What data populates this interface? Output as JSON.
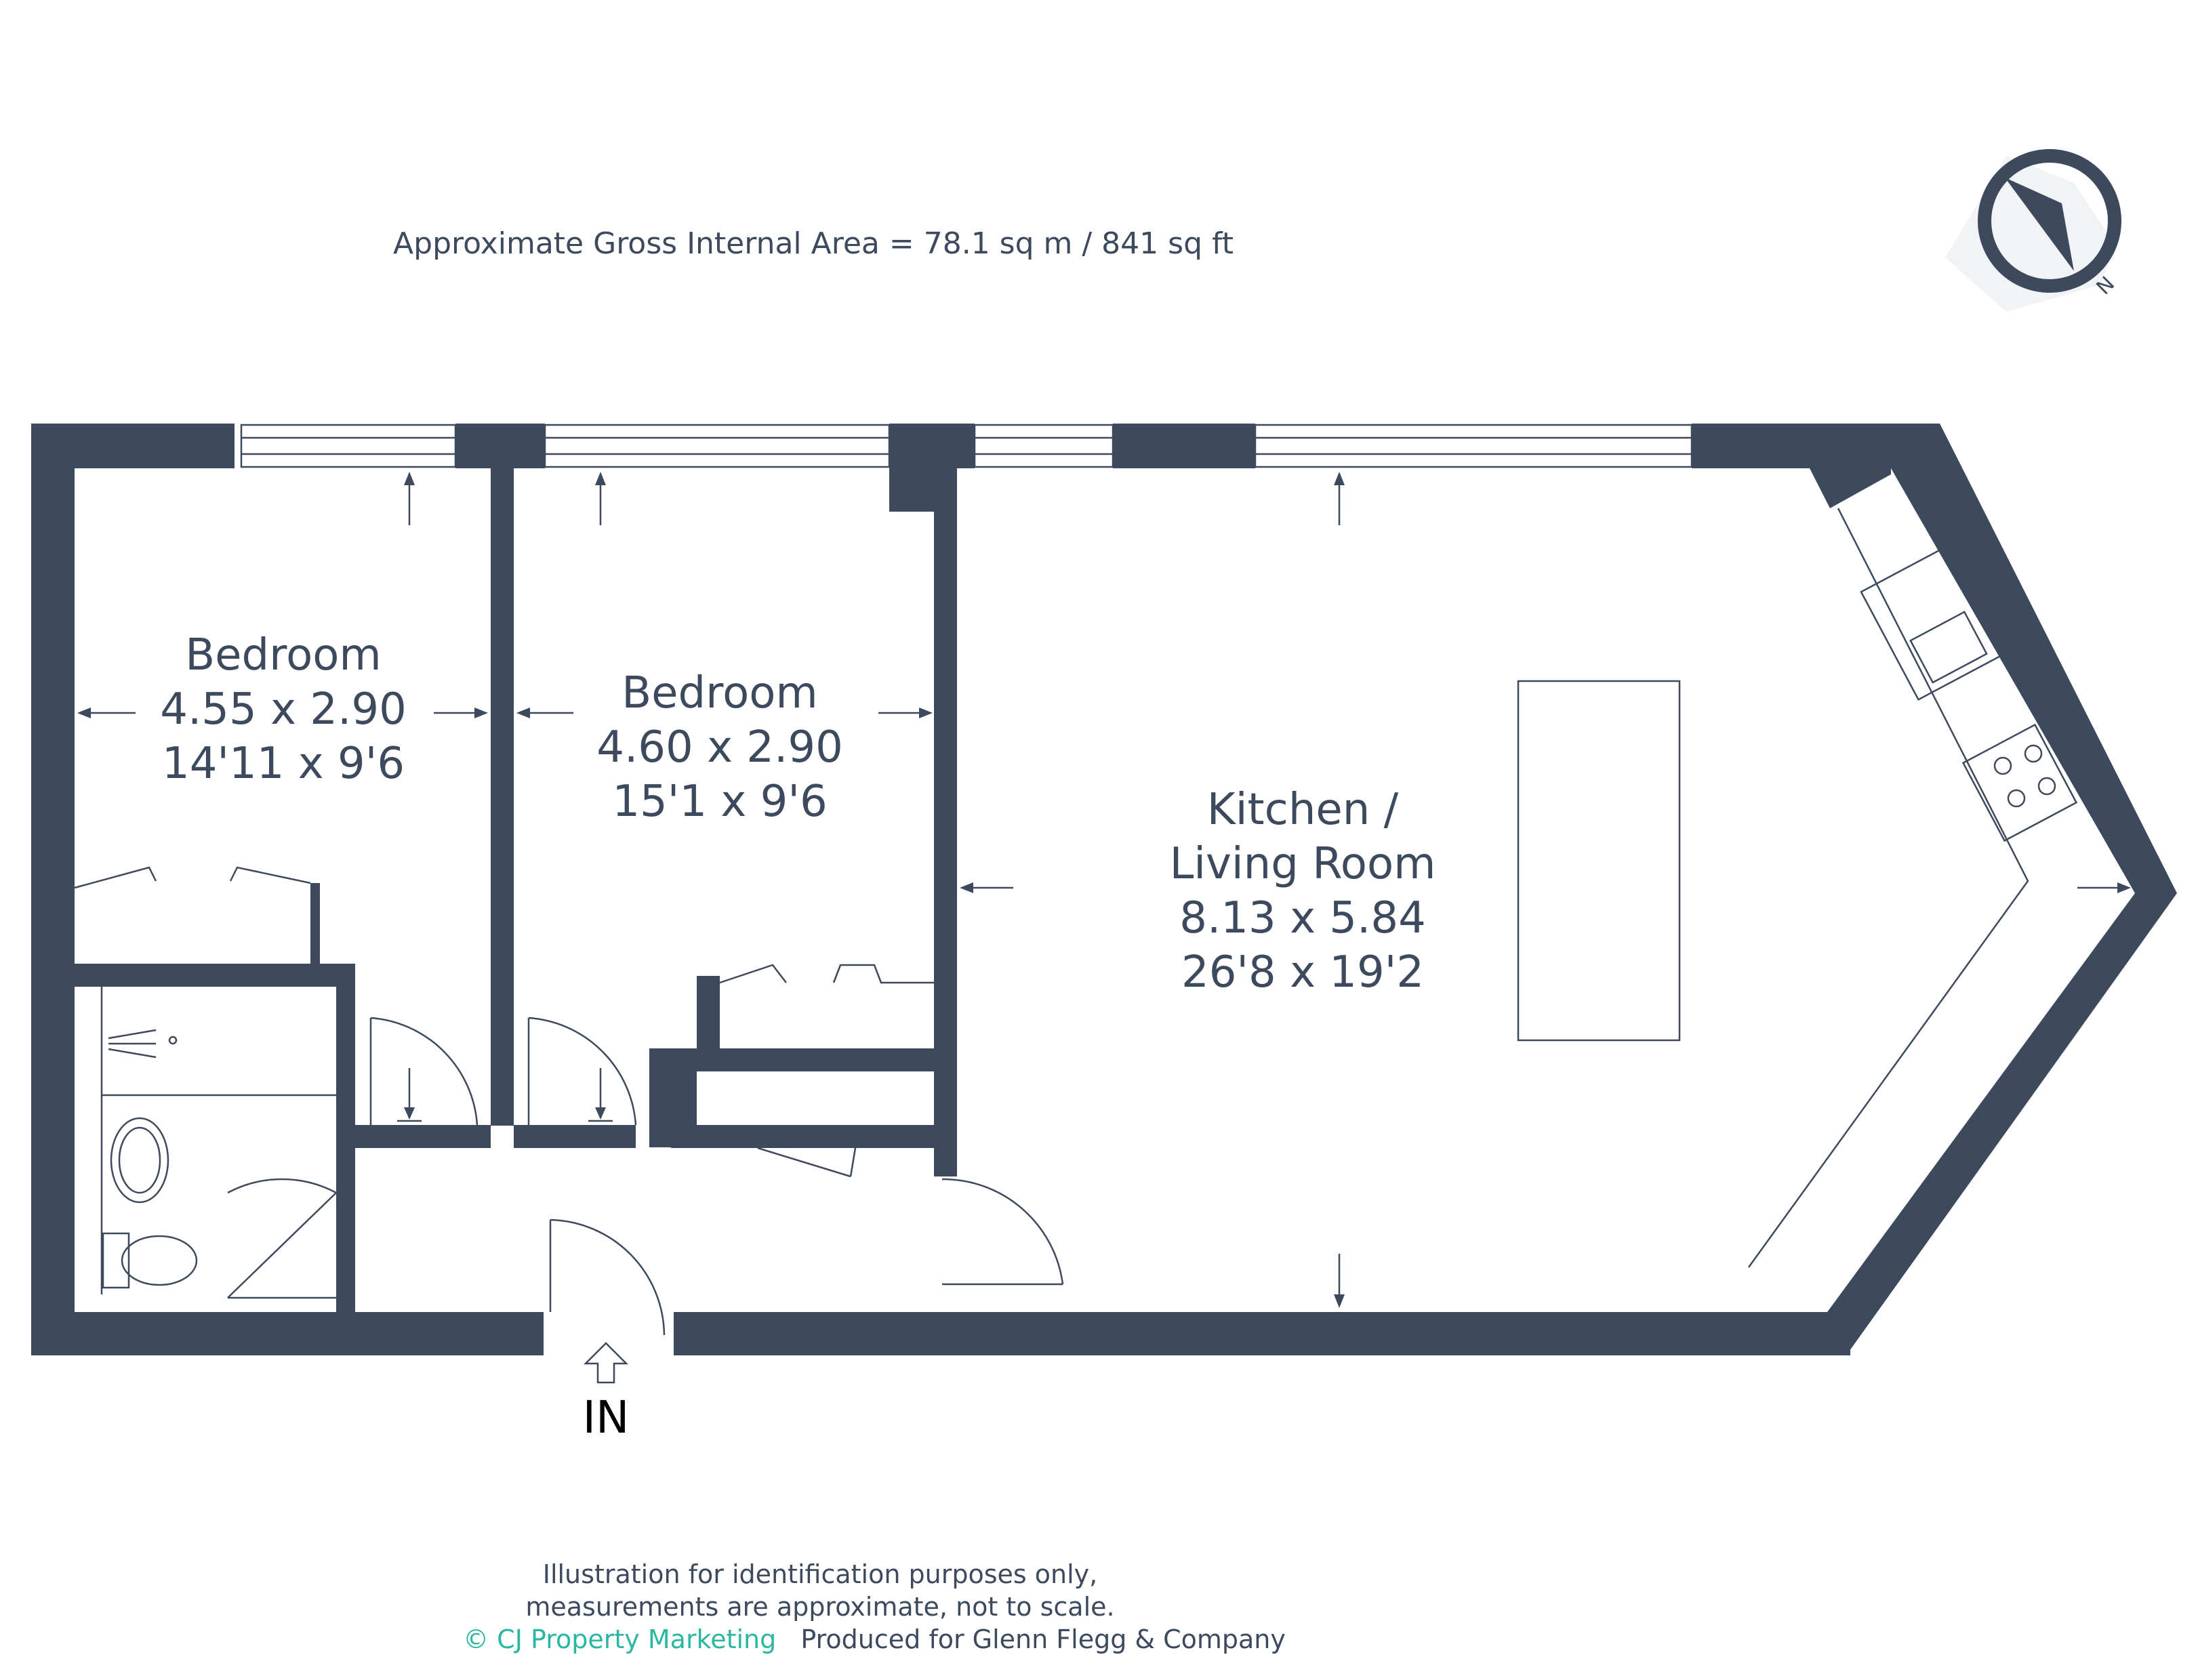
{
  "header": {
    "gross_area": "Approximate Gross Internal Area = 78.1 sq m / 841 sq ft"
  },
  "compass": {
    "label": "N",
    "icon": "compass-icon"
  },
  "rooms": [
    {
      "name": "Bedroom",
      "metric": "4.55 x 2.90",
      "imperial": "14'11 x 9'6"
    },
    {
      "name": "Bedroom",
      "metric": "4.60 x 2.90",
      "imperial": "15'1 x 9'6"
    },
    {
      "name_line1": "Kitchen /",
      "name_line2": "Living Room",
      "metric": "8.13 x 5.84",
      "imperial": "26'8 x 19'2"
    }
  ],
  "entrance": {
    "label": "IN"
  },
  "footer": {
    "line1": "Illustration for identification purposes only,",
    "line2": "measurements are approximate, not to scale.",
    "copyright": "© CJ Property Marketing",
    "produced_for": "Produced for Glenn Flegg & Company"
  },
  "colors": {
    "wall": "#3d4a5d",
    "accent": "#2bb7a0",
    "text": "#3d4a5d"
  }
}
